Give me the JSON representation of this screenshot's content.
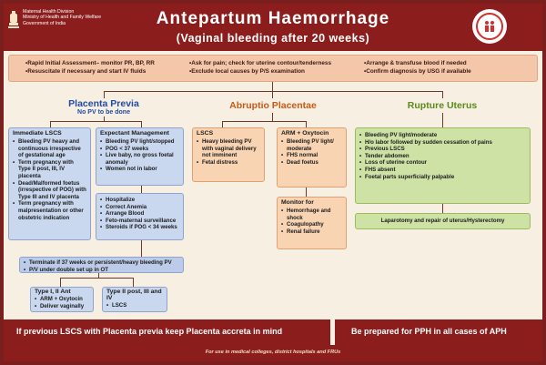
{
  "header": {
    "title": "Antepartum Haemorrhage",
    "subtitle": "(Vaginal bleeding after 20 weeks)",
    "ministry": [
      "Maternal Health Division",
      "Ministry of Health and Family Welfare",
      "Government of India"
    ]
  },
  "assessment": {
    "col1": [
      "Rapid Initial Assessment– monitor PR, BP, RR",
      "Resuscitate if necessary and start IV fluids"
    ],
    "col2": [
      "Ask for pain; check for uterine contour/tenderness",
      "Exclude local causes by P/S examination"
    ],
    "col3": [
      "Arrange & transfuse blood if needed",
      "Confirm diagnosis by USG if available"
    ]
  },
  "previa": {
    "title": "Placenta Previa",
    "subtitle": "No PV to be done",
    "immediate": {
      "heading": "Immediate LSCS",
      "items": [
        "Bleeding PV heavy and continuous irrespective of gestational age",
        "Term pregnancy with Type II post, III, IV placenta",
        "Dead/Malformed foetus (irrespective of POG) with Type III and IV placenta",
        "Term pregnancy with malpresentation or other obstetric indication"
      ]
    },
    "expectant": {
      "heading": "Expectant Management",
      "items": [
        "Bleeding PV light/stopped",
        "POG < 37 weeks",
        "Live baby, no gross foetal anomaly",
        "Women not in labor"
      ]
    },
    "care": [
      "Hospitalize",
      "Correct Anemia",
      "Arrange Blood",
      "Feto-maternal surveillance",
      "Steroids if POG < 34 weeks"
    ],
    "terminate": [
      "Terminate if 37 weeks or persistent/heavy bleeding PV",
      "P/V under double set up in OT"
    ],
    "type1": {
      "heading": "Type I, II Ant",
      "items": [
        "ARM + Oxytocin",
        "Deliver vaginally"
      ]
    },
    "type2": {
      "heading": "Type II post, III and IV",
      "items": [
        "LSCS"
      ]
    }
  },
  "abruptio": {
    "title": "Abruptio Placentae",
    "lscs": {
      "heading": "LSCS",
      "items": [
        "Heavy bleeding PV with vaginal delivery not imminent",
        "Fetal distress"
      ]
    },
    "arm": {
      "heading": "ARM + Oxytocin",
      "items": [
        "Bleeding PV light/ moderate",
        "FHS normal",
        "Dead foetus"
      ]
    },
    "monitor": {
      "heading": "Monitor for",
      "items": [
        "Hemorrhage and shock",
        "Coagulopathy",
        "Renal failure"
      ]
    }
  },
  "rupture": {
    "title": "Rupture Uterus",
    "items": [
      "Bleeding PV light/moderate",
      "H/o labor followed by sudden cessation of pains",
      "Previous LSCS",
      "Tender abdomen",
      "Loss of uterine contour",
      "FHS absent",
      "Foetal parts superficially palpable"
    ],
    "action": "Laparotomy and repair of uterus/Hysterectomy"
  },
  "bottom": {
    "left": "If previous LSCS with Placenta previa keep Placenta accreta in mind",
    "right": "Be prepared for PPH in all cases of APH"
  },
  "footer": "For use in medical colleges, district hospitals and FRUs",
  "colors": {
    "maroon": "#8b1d1d",
    "blue_title": "#1f4aa8",
    "orange_title": "#c85a14",
    "green_title": "#5a8a1a"
  }
}
